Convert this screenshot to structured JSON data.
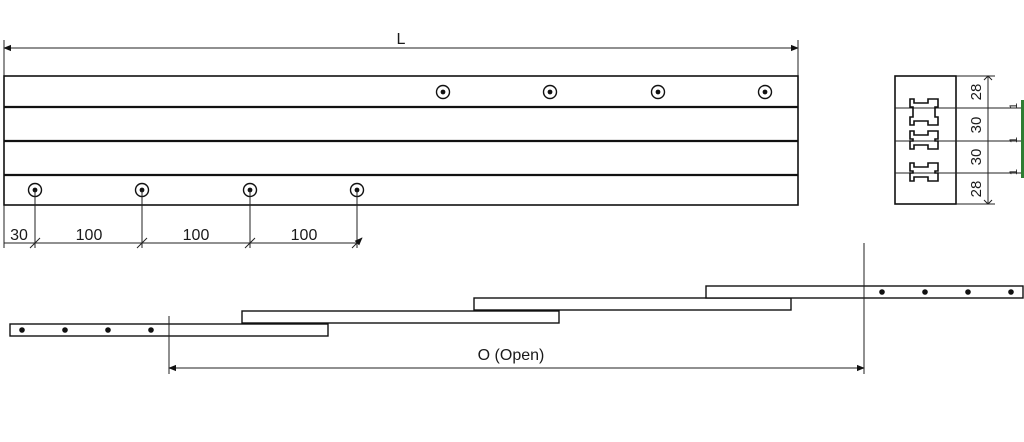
{
  "drawing": {
    "length_label": "L",
    "open_label": "O (Open)",
    "hole_spacing": {
      "first_offset": "30",
      "pitches": [
        "100",
        "100",
        "100"
      ]
    },
    "section_dims": [
      "28",
      "30",
      "30",
      "28"
    ],
    "gap_dims": [
      "1",
      "1",
      "1"
    ],
    "accent_color": "#2e7d32"
  }
}
